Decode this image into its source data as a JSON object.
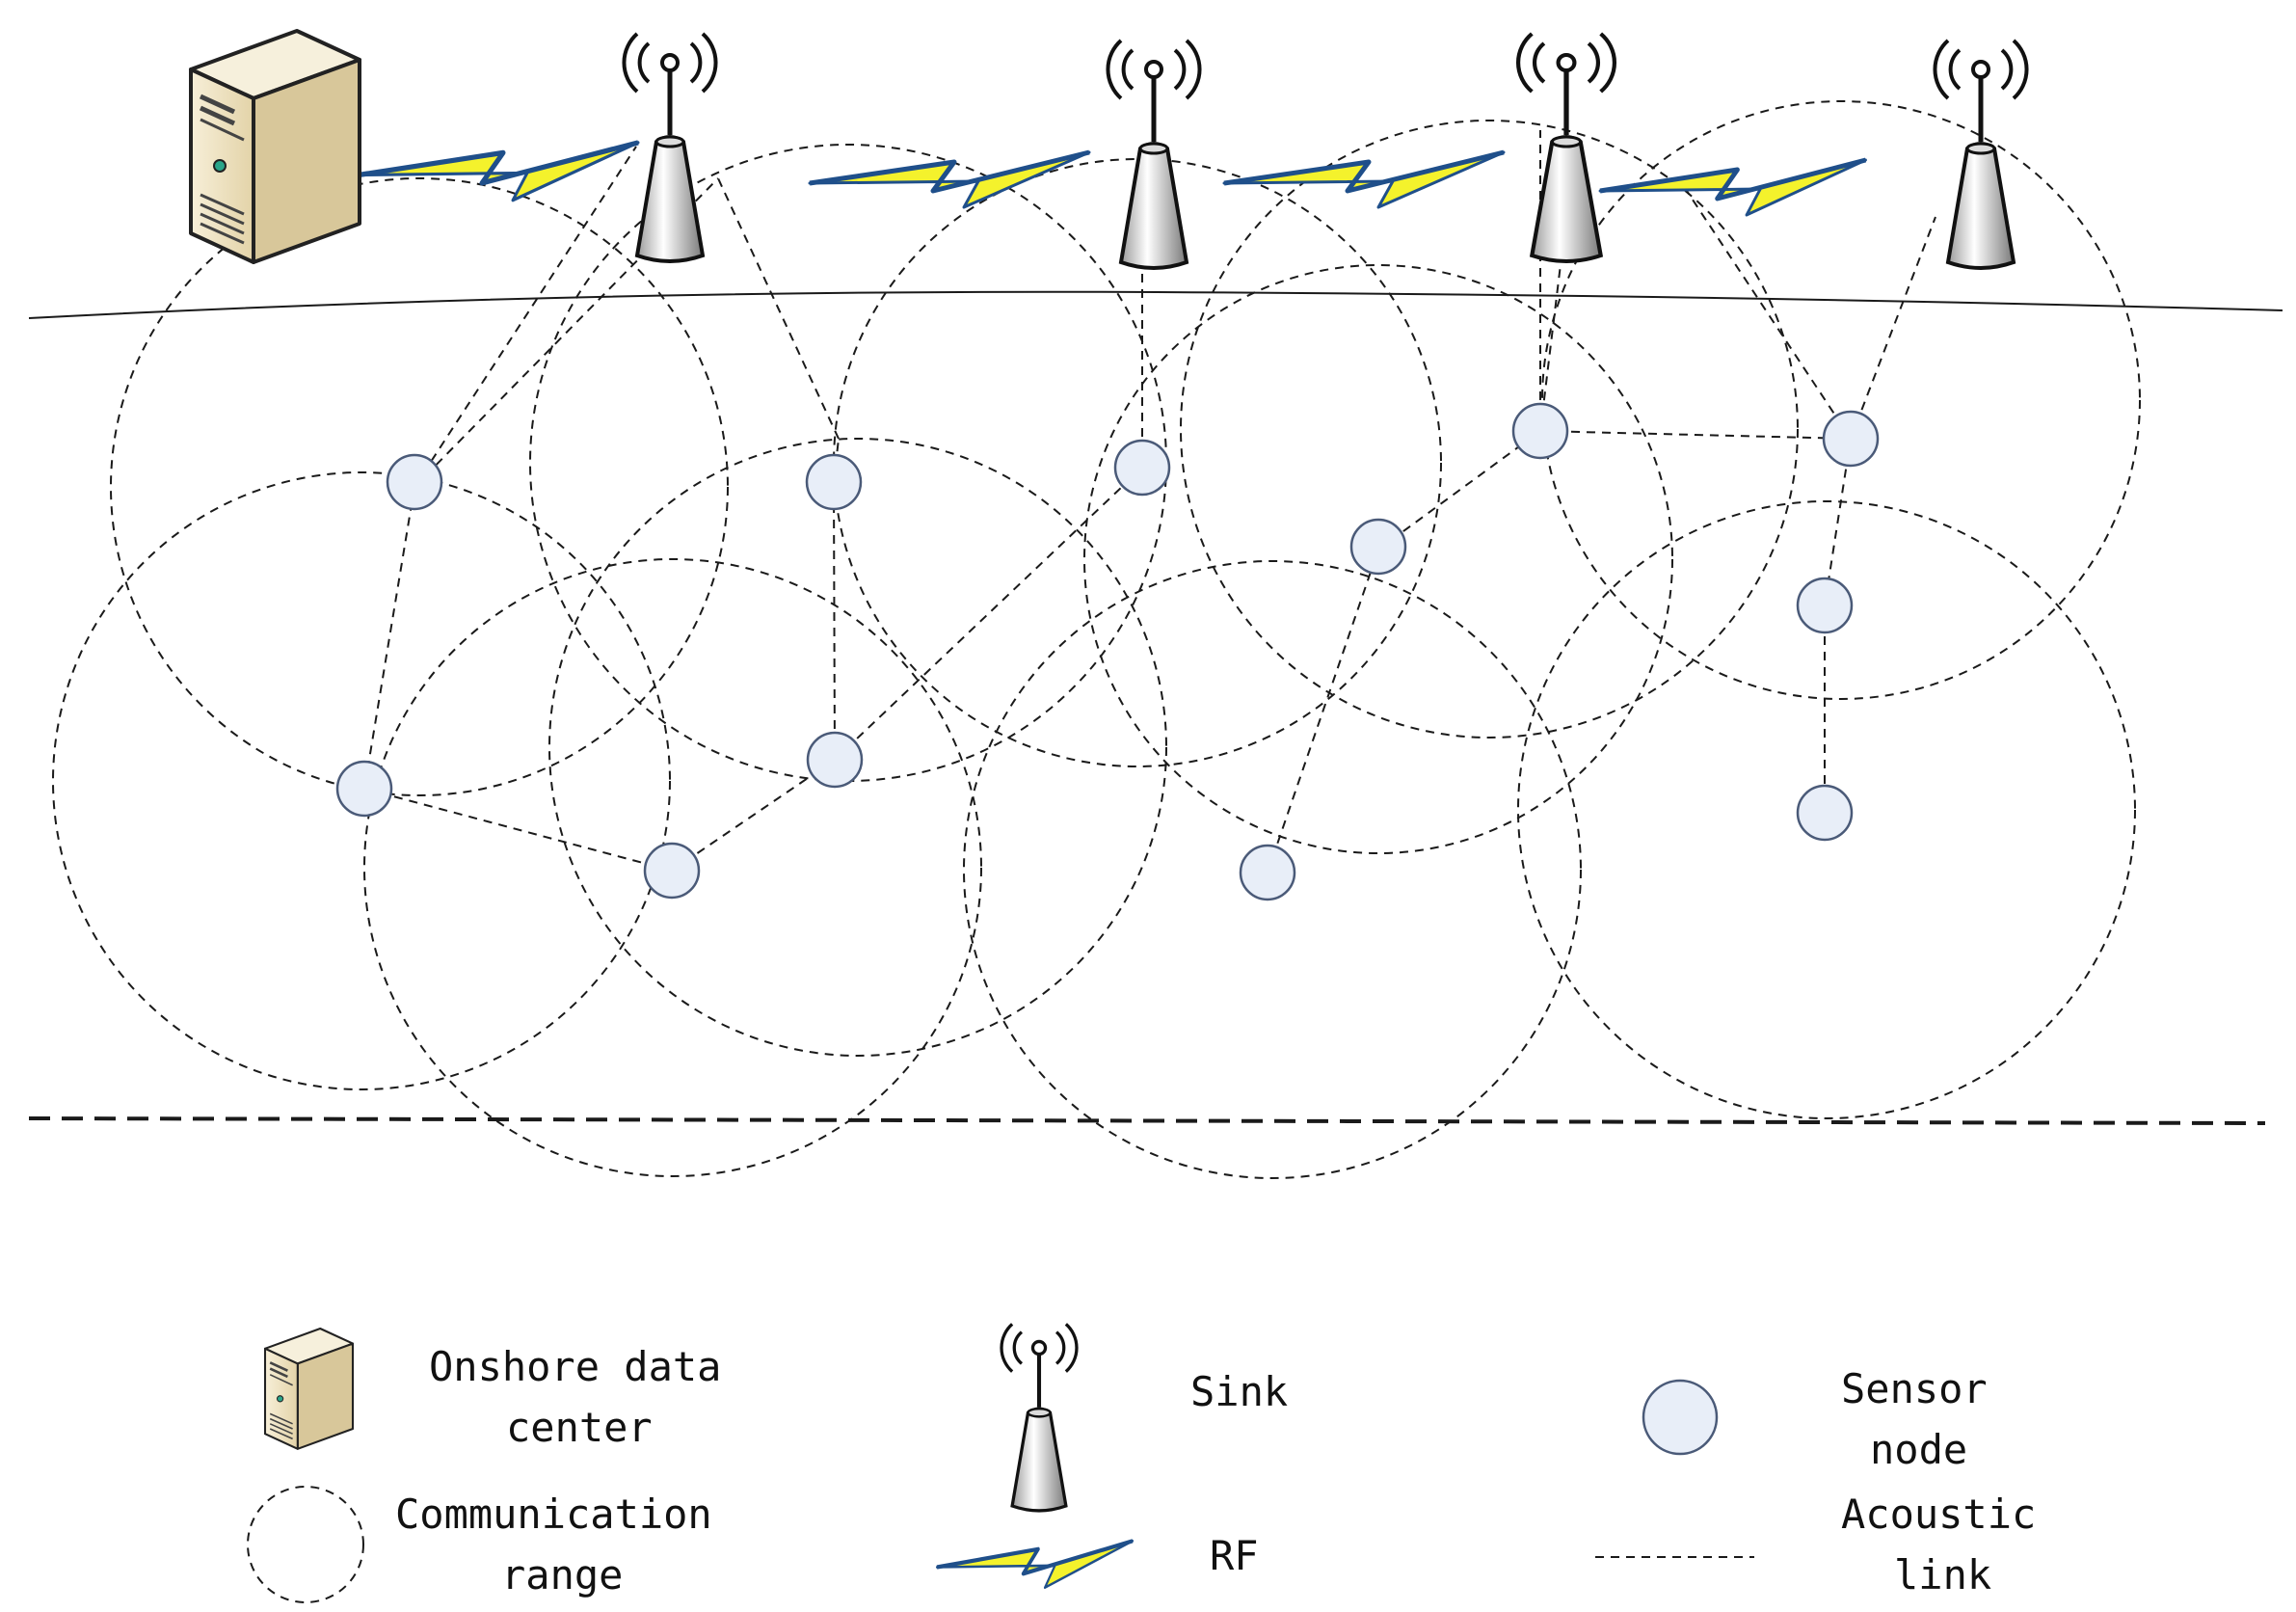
{
  "colors": {
    "node_fill": "#e8eef8",
    "node_stroke": "#4a5a78",
    "bolt_fill": "#f4f22c",
    "bolt_stroke": "#1f4f8a",
    "server_body": "#efe3c2",
    "sink_body": "#ececec"
  },
  "icons": {
    "server": "server-icon",
    "sink": "antenna-tower-icon",
    "rf": "lightning-bolt-icon",
    "node": "circle-node-icon"
  },
  "legend": {
    "onshore_line1": "Onshore data",
    "onshore_line2": "center",
    "sink": "Sink",
    "sensor_line1": "Sensor",
    "sensor_line2": "node",
    "range_line1": "Communication",
    "range_line2": "range",
    "rf": "RF",
    "acoustic_line1": "Acoustic",
    "acoustic_line2": "link"
  }
}
